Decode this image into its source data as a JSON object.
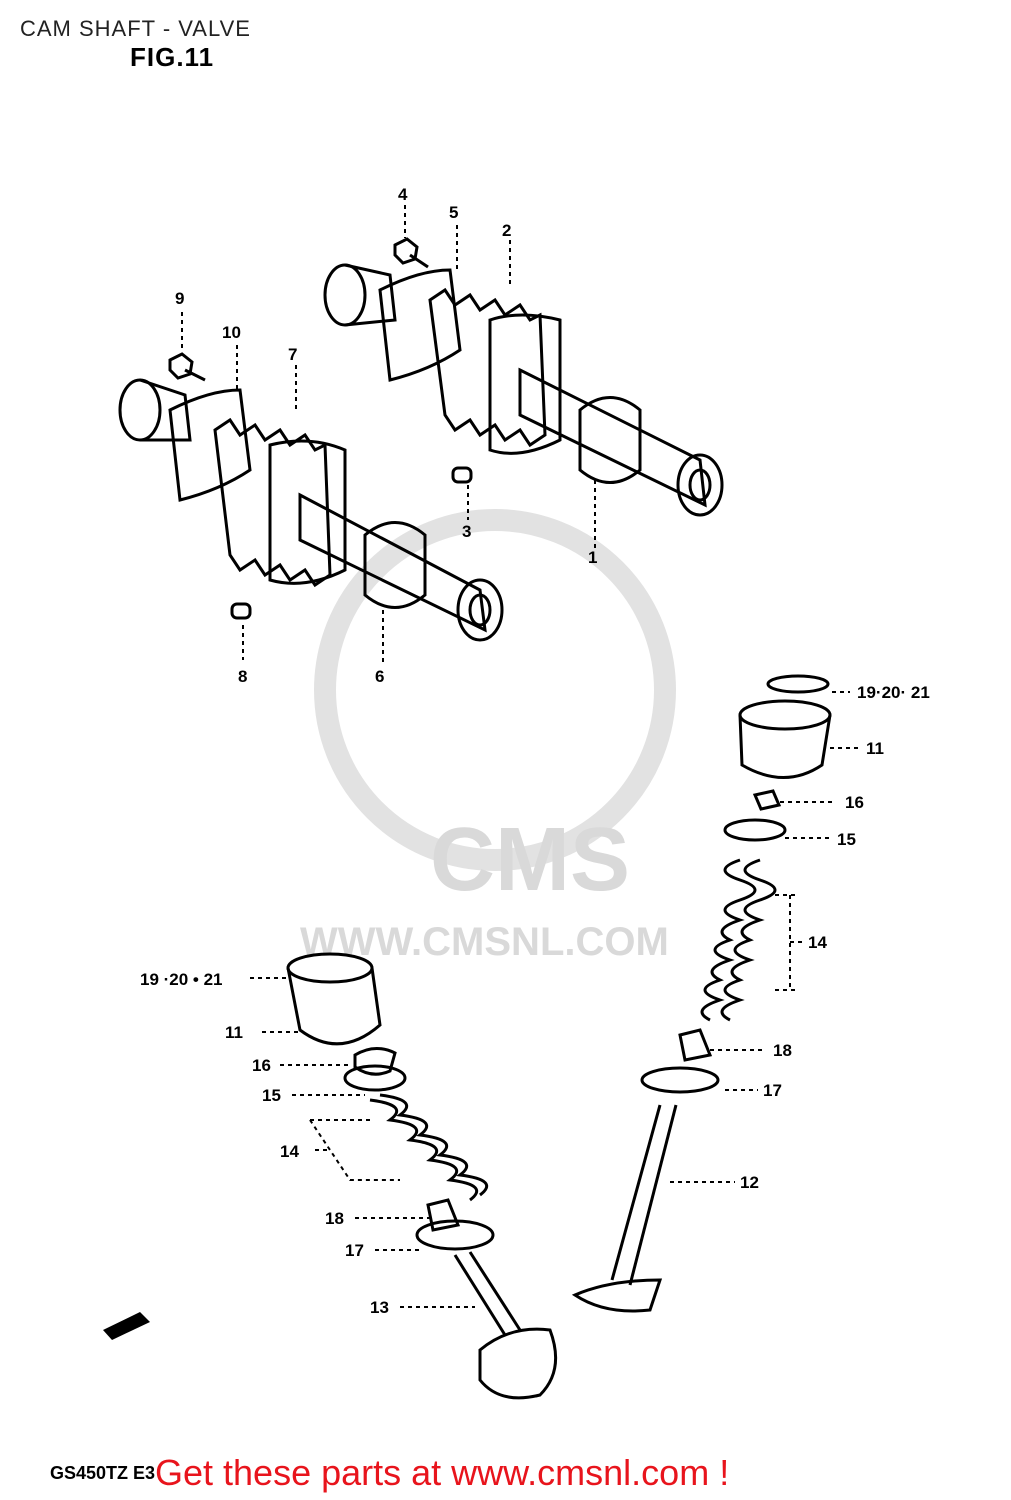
{
  "header": {
    "title": "CAM SHAFT - VALVE",
    "figure": "FIG.11"
  },
  "watermark": {
    "logo_text": "CMS",
    "url_text": "WWW.CMSNL.COM"
  },
  "callouts": [
    {
      "id": "1",
      "text": "1"
    },
    {
      "id": "2",
      "text": "2"
    },
    {
      "id": "3",
      "text": "3"
    },
    {
      "id": "4",
      "text": "4"
    },
    {
      "id": "5",
      "text": "5"
    },
    {
      "id": "6",
      "text": "6"
    },
    {
      "id": "7",
      "text": "7"
    },
    {
      "id": "8",
      "text": "8"
    },
    {
      "id": "9",
      "text": "9"
    },
    {
      "id": "10",
      "text": "10"
    },
    {
      "id": "19-20-21-right",
      "text": "19·20· 21"
    },
    {
      "id": "11-right",
      "text": "11"
    },
    {
      "id": "16-right",
      "text": "16"
    },
    {
      "id": "15-right",
      "text": "15"
    },
    {
      "id": "14-right",
      "text": "14"
    },
    {
      "id": "18-right",
      "text": "18"
    },
    {
      "id": "17-right",
      "text": "17"
    },
    {
      "id": "12",
      "text": "12"
    },
    {
      "id": "19-20-21-left",
      "text": "19 ·20 • 21"
    },
    {
      "id": "11-left",
      "text": "11"
    },
    {
      "id": "16-left",
      "text": "16"
    },
    {
      "id": "15-left",
      "text": "15"
    },
    {
      "id": "14-left",
      "text": "14"
    },
    {
      "id": "18-left",
      "text": "18"
    },
    {
      "id": "17-left",
      "text": "17"
    },
    {
      "id": "13",
      "text": "13"
    }
  ],
  "footer": {
    "model_code": "GS450TZ E3",
    "promo": "Get these parts at www.cmsnl.com !"
  },
  "colors": {
    "promo": "#e8141c",
    "ink": "#000000",
    "watermark": "#d9d9d9"
  }
}
